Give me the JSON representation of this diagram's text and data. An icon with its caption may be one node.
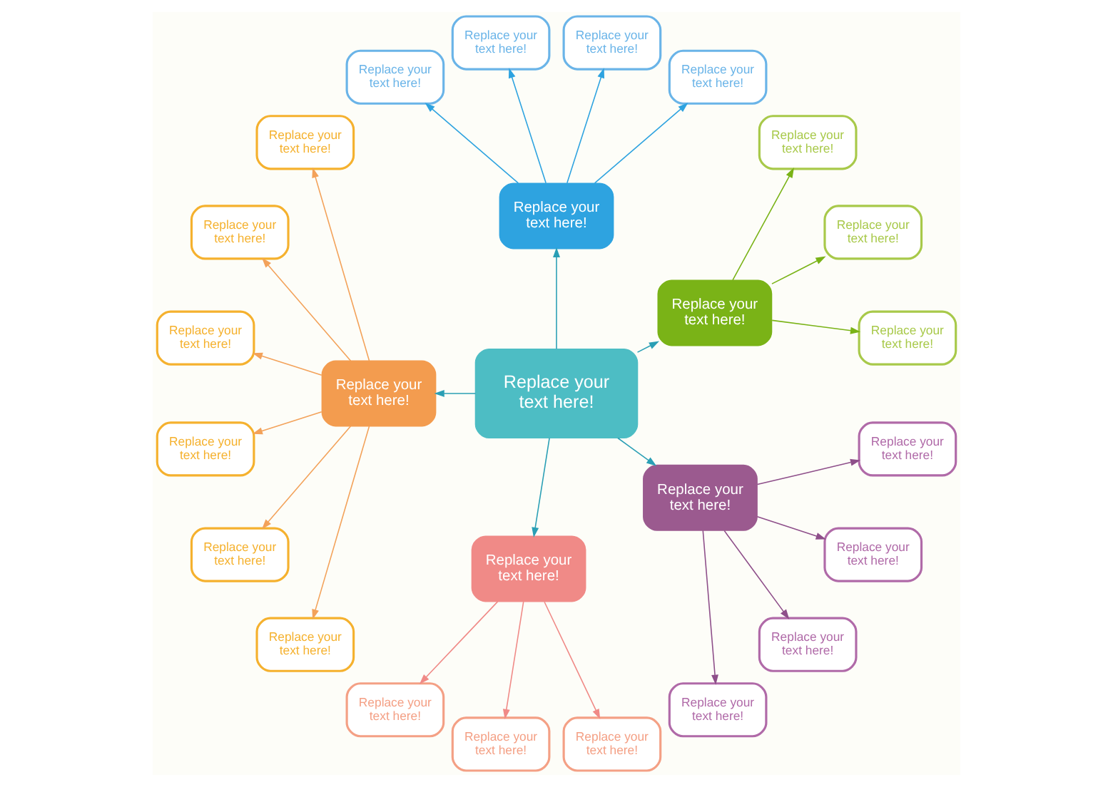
{
  "diagram": {
    "nodes": [
      {
        "text": [
          "Replace your text here!"
        ]
      },
      {
        "text": [
          "Replace your text here!"
        ]
      },
      {
        "text": [
          "Replace your text here!"
        ]
      },
      {
        "text": [
          "Replace your text here!"
        ]
      },
      {
        "text": [
          "Replace your text here!"
        ]
      },
      {
        "text": [
          "Replace your text here!"
        ]
      },
      {
        "text": [
          "Replace your text here!"
        ]
      },
      {
        "text": [
          "Replace your text here!"
        ]
      },
      {
        "text": [
          "Replace your text here!"
        ]
      },
      {
        "text": [
          "Replace your text here!"
        ]
      },
      {
        "text": [
          "Replace your text here!"
        ]
      },
      {
        "text": [
          "Replace your text here!"
        ]
      },
      {
        "text": [
          "Replace your text here!"
        ]
      },
      {
        "text": [
          "Replace your text here!"
        ]
      },
      {
        "text": [
          "Replace your text here!"
        ]
      },
      {
        "text": [
          "Replace your text here!"
        ]
      },
      {
        "text": [
          "Replace your text here!"
        ]
      },
      {
        "text": [
          "Replace your text here!"
        ]
      },
      {
        "text": [
          "Replace your text here!"
        ]
      },
      {
        "text": [
          "Replace your text here!"
        ]
      },
      {
        "text": [
          "Replace your text here!"
        ]
      },
      {
        "text": [
          "Replace your text here!"
        ]
      },
      {
        "text": [
          "Replace your text here!"
        ]
      },
      {
        "text": [
          "Replace your text here!"
        ]
      },
      {
        "text": [
          "Replace your text here!"
        ]
      },
      {
        "text": [
          "Replace your text here!"
        ]
      }
    ],
    "edges": [
      {
        "from": 0,
        "to": 1,
        "arrow": "to",
        "color": "#2a9fb5"
      },
      {
        "from": 1,
        "to": 2,
        "arrow": "to",
        "color": "#7ab317"
      },
      {
        "from": 1,
        "to": 3,
        "arrow": "to",
        "color": "#7ab317"
      },
      {
        "from": 1,
        "to": 4,
        "arrow": "to",
        "color": "#7ab317"
      },
      {
        "from": 0,
        "to": 5,
        "arrow": "to",
        "color": "#2a9fb5"
      },
      {
        "from": 5,
        "to": 6,
        "arrow": "to",
        "color": "#2ea3e0"
      },
      {
        "from": 5,
        "to": 7,
        "arrow": "to",
        "color": "#2ea3e0"
      },
      {
        "from": 5,
        "to": 8,
        "arrow": "to",
        "color": "#2ea3e0"
      },
      {
        "from": 5,
        "to": 9,
        "arrow": "to",
        "color": "#2ea3e0"
      },
      {
        "from": 0,
        "to": 10,
        "arrow": "to",
        "color": "#2a9fb5"
      },
      {
        "from": 10,
        "to": 11,
        "arrow": "to",
        "color": "#f3a25a"
      },
      {
        "from": 10,
        "to": 12,
        "arrow": "to",
        "color": "#f3a25a"
      },
      {
        "from": 10,
        "to": 13,
        "arrow": "to",
        "color": "#f3a25a"
      },
      {
        "from": 10,
        "to": 14,
        "arrow": "to",
        "color": "#f3a25a"
      },
      {
        "from": 10,
        "to": 15,
        "arrow": "to",
        "color": "#f3a25a"
      },
      {
        "from": 10,
        "to": 16,
        "arrow": "to",
        "color": "#f3a25a"
      },
      {
        "from": 0,
        "to": 17,
        "arrow": "to",
        "color": "#2a9fb5"
      },
      {
        "from": 17,
        "to": 18,
        "arrow": "to",
        "color": "#f08a87"
      },
      {
        "from": 17,
        "to": 19,
        "arrow": "to",
        "color": "#f08a87"
      },
      {
        "from": 17,
        "to": 20,
        "arrow": "to",
        "color": "#f08a87"
      },
      {
        "from": 0,
        "to": 21,
        "arrow": "to",
        "color": "#2a9fb5"
      },
      {
        "from": 21,
        "to": 22,
        "arrow": "to",
        "color": "#8e4f8a"
      },
      {
        "from": 21,
        "to": 23,
        "arrow": "to",
        "color": "#8e4f8a"
      },
      {
        "from": 21,
        "to": 24,
        "arrow": "to",
        "color": "#8e4f8a"
      },
      {
        "from": 21,
        "to": 25,
        "arrow": "to",
        "color": "#8e4f8a"
      }
    ]
  }
}
